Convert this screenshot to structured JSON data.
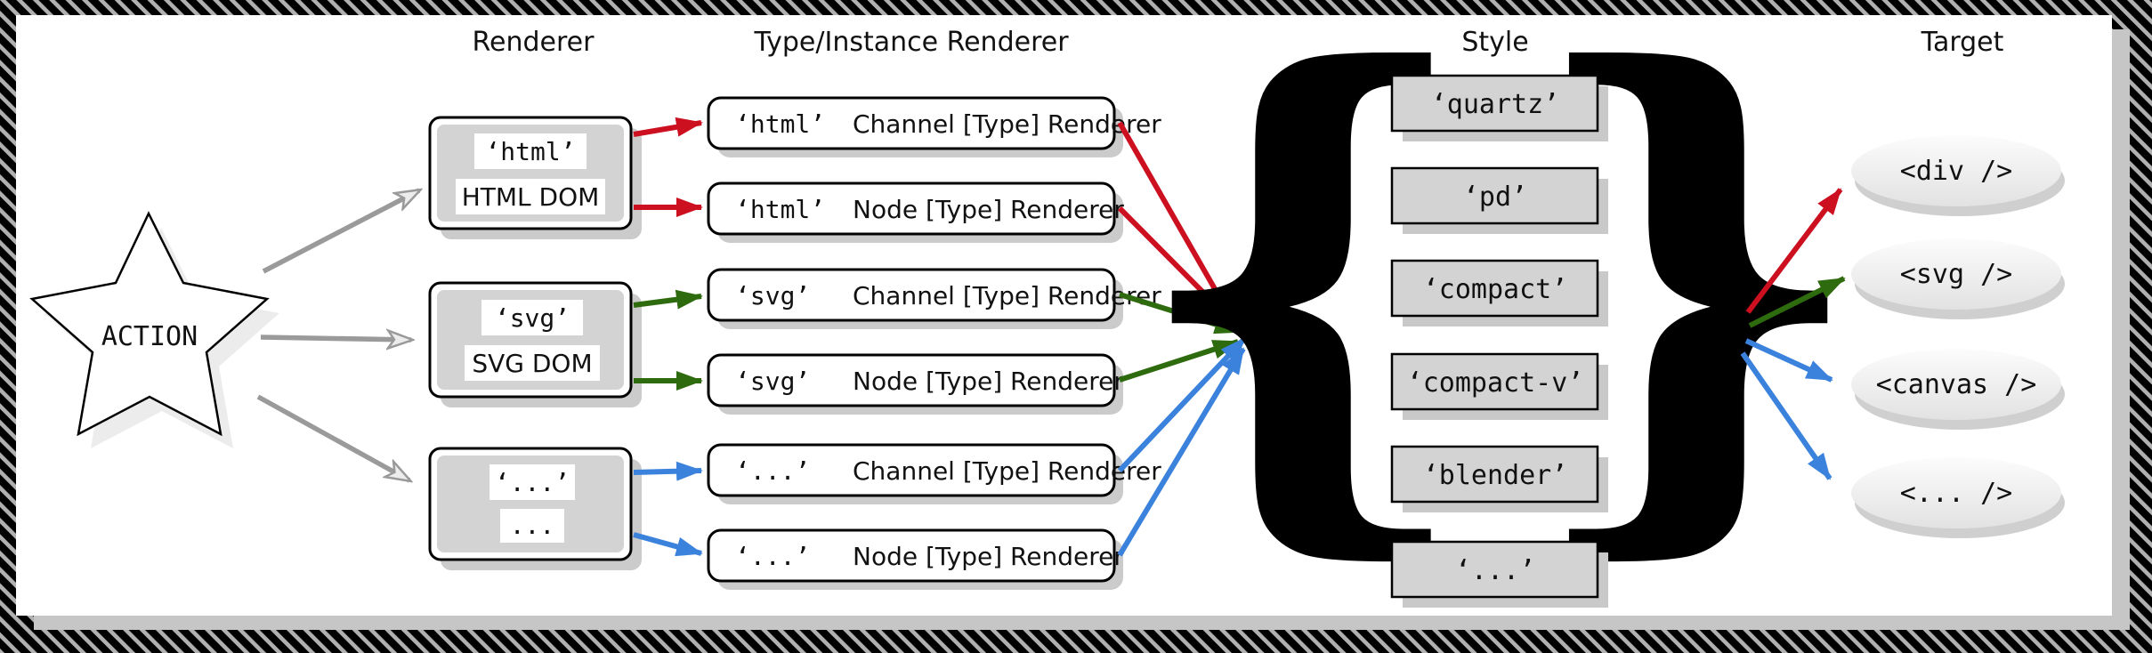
{
  "headers": {
    "renderer": "Renderer",
    "type_instance": "Type/Instance Renderer",
    "style": "Style",
    "target": "Target"
  },
  "action": {
    "label": "ACTION"
  },
  "renderer_boxes": [
    {
      "code": "‘html’",
      "dom": "HTML DOM"
    },
    {
      "code": "‘svg’",
      "dom": "SVG DOM"
    },
    {
      "code": "‘...’",
      "dom": "..."
    }
  ],
  "type_renderer_boxes": [
    {
      "code": "‘html’",
      "label": "Channel [Type] Renderer"
    },
    {
      "code": "‘html’",
      "label": "Node [Type] Renderer"
    },
    {
      "code": "‘svg’",
      "label": "Channel [Type] Renderer"
    },
    {
      "code": "‘svg’",
      "label": "Node [Type] Renderer"
    },
    {
      "code": "‘...’",
      "label": "Channel [Type] Renderer"
    },
    {
      "code": "‘...’",
      "label": "Node [Type] Renderer"
    }
  ],
  "style_boxes": [
    {
      "label": "‘quartz’"
    },
    {
      "label": "‘pd’"
    },
    {
      "label": "‘compact’"
    },
    {
      "label": "‘compact-v’"
    },
    {
      "label": "‘blender’"
    },
    {
      "label": "‘...’"
    }
  ],
  "target_nodes": [
    {
      "label": "<div />"
    },
    {
      "label": "<svg />"
    },
    {
      "label": "<canvas />"
    },
    {
      "label": "<... />"
    }
  ],
  "braces": {
    "left": "{",
    "right": "}"
  },
  "colors": {
    "arrow_red": "#cc1020",
    "arrow_green": "#2e6a0e",
    "arrow_blue": "#3b82dd",
    "arrow_gray": "#9a9a9a",
    "box_fill_gray": "#d3d3d3",
    "box_shadow": "#cbcbcb",
    "hatch_stripe": "#b0b0b0",
    "hatch_bg": "#000000",
    "canvas_bg": "#ffffff"
  }
}
